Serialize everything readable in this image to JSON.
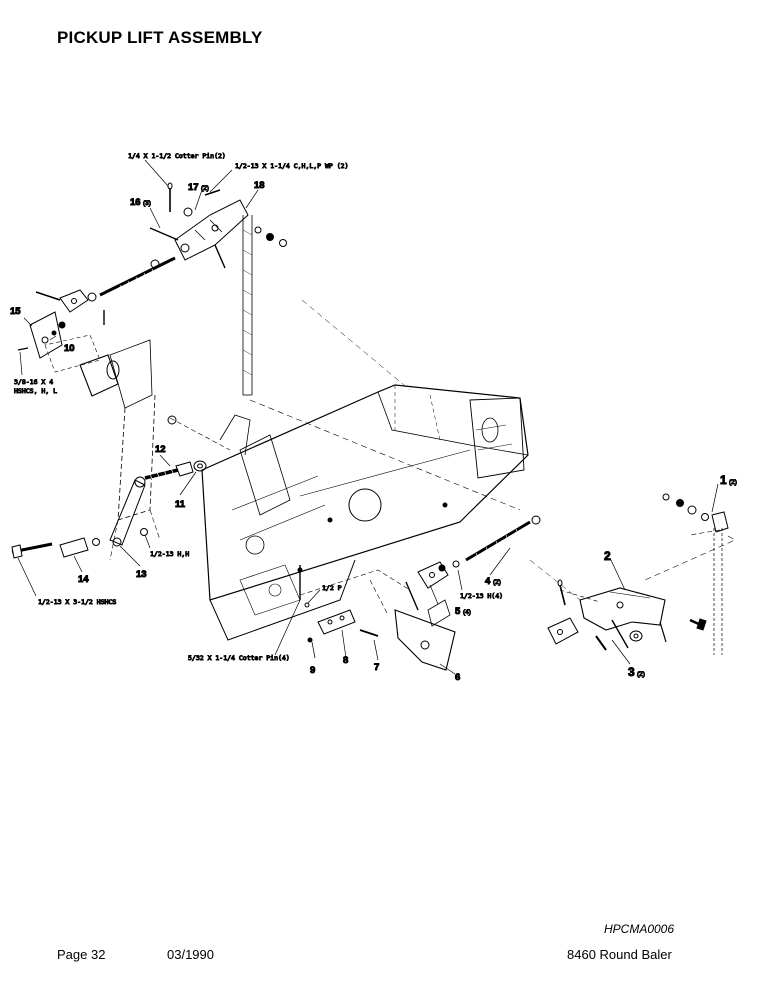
{
  "page": {
    "title": "PICKUP LIFT ASSEMBLY",
    "doc_id": "HPCMA0006",
    "footer_page": "Page 32",
    "footer_date": "03/1990",
    "footer_model": "8460 Round Baler"
  },
  "callouts": {
    "cotter_1_4": "1/4 X 1-1/2 Cotter Pin(2)",
    "bolt_1_2_13_wp": "1/2-13 X 1-1/4 C,H,L,P WP (2)",
    "hshcs_3_8": "3/8-16 X 4",
    "hshcs_3_8_b": "HSHCS, H, L",
    "nut_1_2_13_hh": "1/2-13 H,H",
    "hshcs_1_2": "1/2-13 X 3-1/2 HSHCS",
    "nut_1_2_13_h4": "1/2-13 H(4)",
    "half_p": "1/2 P",
    "cotter_5_32": "5/32 X 1-1/4 Cotter Pin(4)"
  },
  "parts": {
    "p1": "1",
    "p1q": "(2)",
    "p2": "2",
    "p3": "3",
    "p3q": "(2)",
    "p4": "4",
    "p4q": "(2)",
    "p5": "5",
    "p5q": "(4)",
    "p6": "6",
    "p7": "7",
    "p8": "8",
    "p9": "9",
    "p10": "10",
    "p11": "11",
    "p12": "12",
    "p13": "13",
    "p14": "14",
    "p15": "15",
    "p16": "16",
    "p16q": "(3)",
    "p17": "17",
    "p17q": "(2)",
    "p18": "18"
  }
}
